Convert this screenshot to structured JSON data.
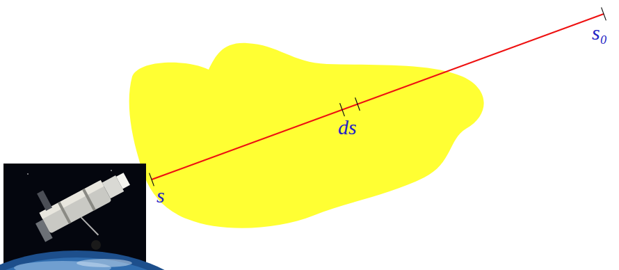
{
  "diagram": {
    "labels": [
      "s₀",
      "ds",
      "s"
    ]
  }
}
